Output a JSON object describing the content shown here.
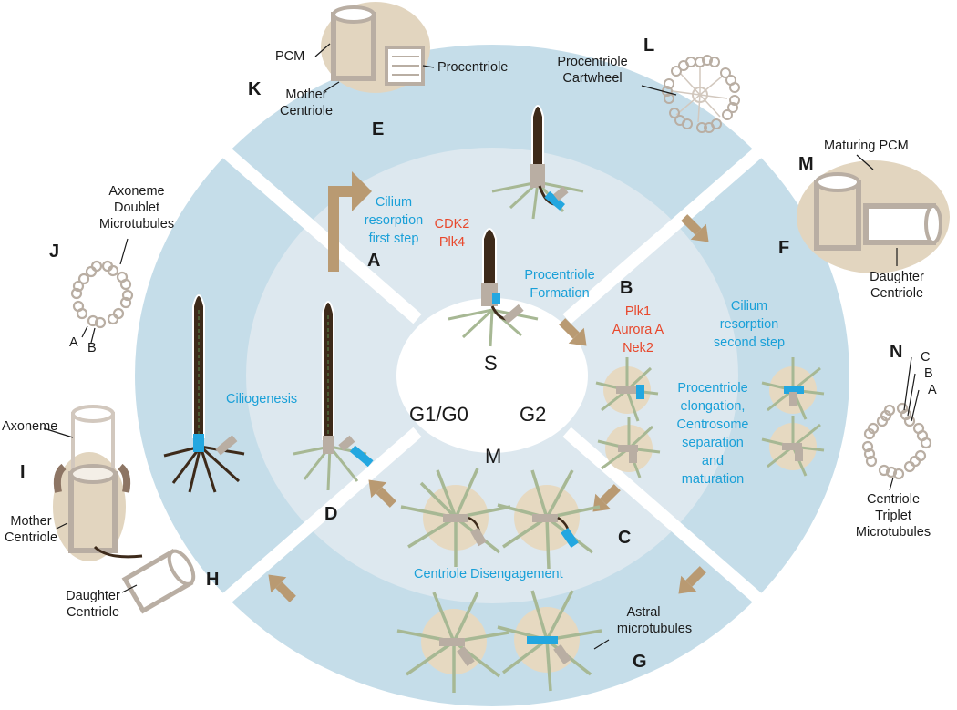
{
  "colors": {
    "outer_ring": "#c5dde9",
    "inner_disc": "#dde8ef",
    "center": "#ffffff",
    "spoke": "#ffffff",
    "blue_text": "#1aa0d8",
    "red_text": "#e8482c",
    "tan": "#b99a72",
    "tan_light": "#e2d5bf",
    "centriole": "#b9aea3",
    "microtubule": "#a7b894",
    "cilium": "#3d2a1a",
    "marker": "#23a7e0"
  },
  "letters": {
    "A": "A",
    "B": "B",
    "C": "C",
    "D": "D",
    "E": "E",
    "F": "F",
    "G": "G",
    "H": "H",
    "I": "I",
    "J": "J",
    "K": "K",
    "L": "L",
    "M": "M",
    "N": "N"
  },
  "phases": {
    "s": "S",
    "g1g0": "G1/G0",
    "g2": "G2",
    "m": "M"
  },
  "blue_labels": {
    "cilium_first": [
      "Cilium",
      "resorption",
      "first step"
    ],
    "procentriole_formation": [
      "Procentriole",
      "Formation"
    ],
    "cilium_second": [
      "Cilium",
      "resorption",
      "second step"
    ],
    "elongation": [
      "Procentriole",
      "elongation,",
      "Centrosome",
      "separation",
      "and",
      "maturation"
    ],
    "ciliogenesis": "Ciliogenesis",
    "disengagement": "Centriole Disengagement"
  },
  "red_labels": {
    "kinases_s": [
      "CDK2",
      "Plk4"
    ],
    "kinases_g2": [
      "Plk1",
      "Aurora A",
      "Nek2"
    ]
  },
  "annotations": {
    "pcm": "PCM",
    "procentriole": "Procentriole",
    "mother_centriole_k": [
      "Mother",
      "Centriole"
    ],
    "procentriole_cartwheel": [
      "Procentriole",
      "Cartwheel"
    ],
    "maturing_pcm": "Maturing PCM",
    "daughter_centriole_m": [
      "Daughter",
      "Centriole"
    ],
    "axoneme_doublet": [
      "Axoneme",
      "Doublet",
      "Microtubules"
    ],
    "doublet_a": "A",
    "doublet_b": "B",
    "axoneme": "Axoneme",
    "mother_centriole_i": [
      "Mother",
      "Centriole"
    ],
    "daughter_centriole_h": [
      "Daughter",
      "Centriole"
    ],
    "triplet_c": "C",
    "triplet_b": "B",
    "triplet_a": "A",
    "centriole_triplet": [
      "Centriole",
      "Triplet",
      "Microtubules"
    ],
    "astral": [
      "Astral",
      "microtubules"
    ]
  }
}
